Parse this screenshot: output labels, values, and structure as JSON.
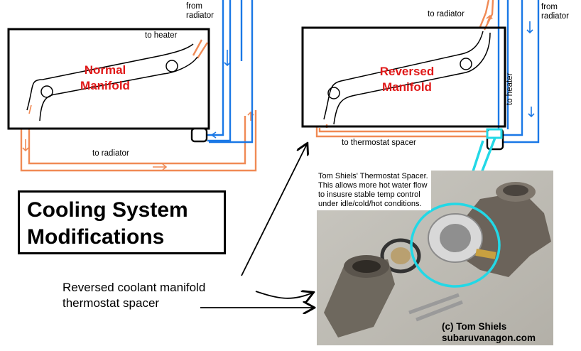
{
  "left": {
    "title_line1": "Normal",
    "title_line2": "Manifold",
    "from_radiator_line1": "from",
    "from_radiator_line2": "radiator",
    "to_heater": "to heater",
    "to_radiator": "to radiator"
  },
  "right": {
    "title_line1": "Reversed",
    "title_line2": "Manifold",
    "to_radiator": "to radiator",
    "from_radiator_line1": "from",
    "from_radiator_line2": "radiator",
    "to_heater": "to heater",
    "to_thermostat_spacer": "to thermostat spacer"
  },
  "title": {
    "line1": "Cooling System",
    "line2": "Modifications"
  },
  "caption": {
    "line1": "Reversed coolant manifold",
    "line2": "thermostat spacer"
  },
  "photo": {
    "note_line1": "Tom Shiels' Thermostat Spacer.",
    "note_line2": "This allows more hot water flow",
    "note_line3": "to insusre stable temp control",
    "note_line4": "under idle/cold/hot conditions.",
    "credit_line1": "(c) Tom Shiels",
    "credit_line2": "subaruvanagon.com"
  },
  "colors": {
    "hot_pipe": "#f08a55",
    "cold_pipe": "#1a78e6",
    "label_red": "#e01818",
    "highlight": "#22d8e6"
  }
}
